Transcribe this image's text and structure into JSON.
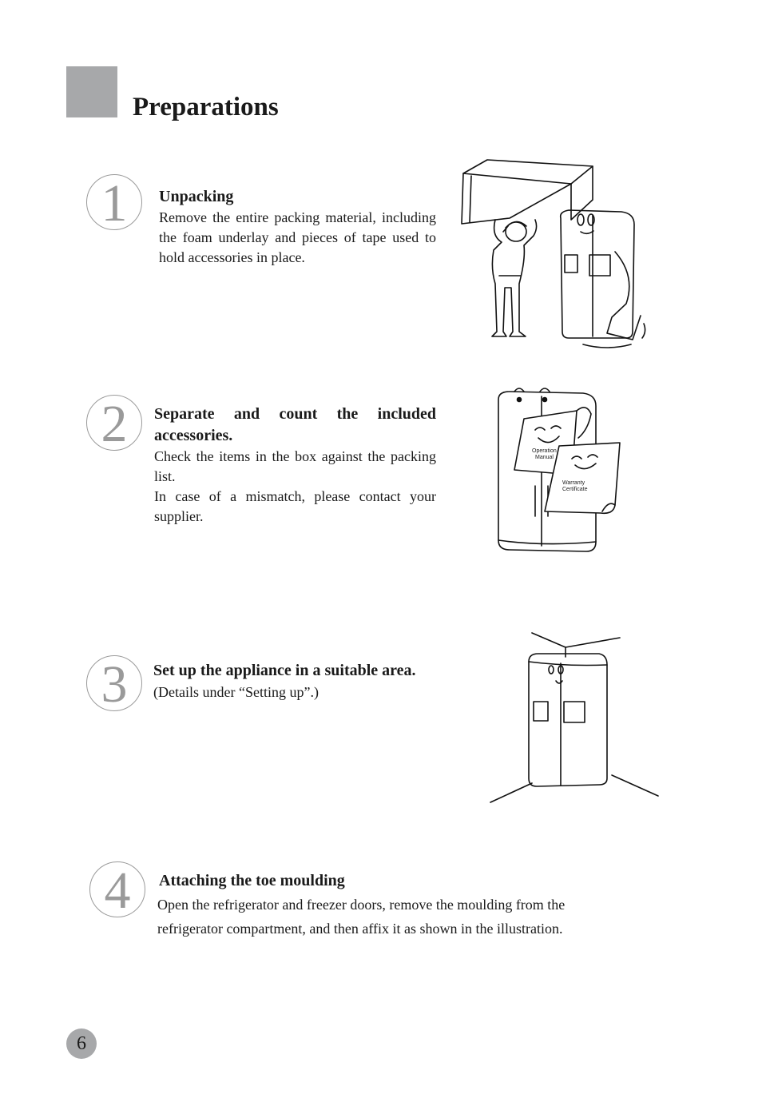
{
  "page": {
    "title": "Preparations",
    "page_number": "6"
  },
  "steps": [
    {
      "number": "1",
      "heading": "Unpacking",
      "body": [
        "Remove the entire packing material, including the foam underlay and pieces of tape used to hold accessories in place."
      ]
    },
    {
      "number": "2",
      "heading": "Separate and count the included accessories.",
      "body": [
        "Check the items in the box against the packing list.",
        "In case of a mismatch, please contact your supplier."
      ]
    },
    {
      "number": "3",
      "heading": "Set up the appliance in a suitable area.",
      "body": [
        "(Details under “Setting up”.)"
      ]
    },
    {
      "number": "4",
      "heading": "Attaching the toe moulding",
      "body": [
        "Open the refrigerator and freezer doors, remove the moulding from the refrigerator compartment, and then affix it as shown in the illustration."
      ]
    }
  ],
  "illustrations": {
    "manual_label_1": "Operation",
    "manual_label_2": "Manual",
    "warranty_label_1": "Warranty",
    "warranty_label_2": "Certificate"
  }
}
